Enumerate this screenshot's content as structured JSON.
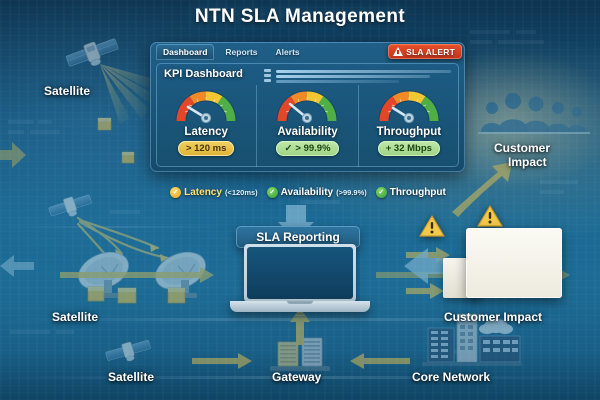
{
  "title": "NTN SLA Management",
  "kpi_panel": {
    "tabs": [
      {
        "label": "Dashboard",
        "active": true
      },
      {
        "label": "Reports",
        "active": false
      },
      {
        "label": "Alerts",
        "active": false
      }
    ],
    "alert_badge": {
      "label": "SLA ALERT",
      "icon": "warning-triangle-icon",
      "color": "#d4401f"
    },
    "heading": "KPI Dashboard",
    "metrics": [
      {
        "name": "Latency",
        "value": "> 120 ms",
        "status": "warn",
        "icon": "",
        "gauge_angle": -34
      },
      {
        "name": "Availability",
        "value": "> 99.9%",
        "status": "ok",
        "icon": "✓",
        "gauge_angle": -46
      },
      {
        "name": "Throughput",
        "value": "+ 32 Mbps",
        "status": "ok",
        "icon": "",
        "gauge_angle": -28
      }
    ]
  },
  "legend": [
    {
      "name": "Latency",
      "sub": "(<120ms)",
      "dot": "y",
      "glyph": "✓"
    },
    {
      "name": "Availability",
      "sub": "(>99.9%)",
      "dot": "g",
      "glyph": "✓"
    },
    {
      "name": "Throughput",
      "sub": "",
      "dot": "g",
      "glyph": "✓"
    }
  ],
  "sla_reporting": {
    "label": "SLA Reporting"
  },
  "labels": {
    "satellite_top": "Satellite",
    "satellite_mid": "Satellite",
    "satellite_bottom": "Satellite",
    "customer_impact_right": "Customer",
    "customer_impact_right2": "Impact",
    "customer_impact_mid": "Customer Impact",
    "gateway": "Gateway",
    "core_network": "Core Network"
  },
  "colors": {
    "background_deep": "#0d3450",
    "background_mid": "#1b6a95",
    "accent_yellow": "#f2c94c",
    "alert_red": "#d4401f",
    "ok_green": "#5aa83c",
    "panel_blue": "#1d5b84",
    "text_white": "#ffffff"
  }
}
